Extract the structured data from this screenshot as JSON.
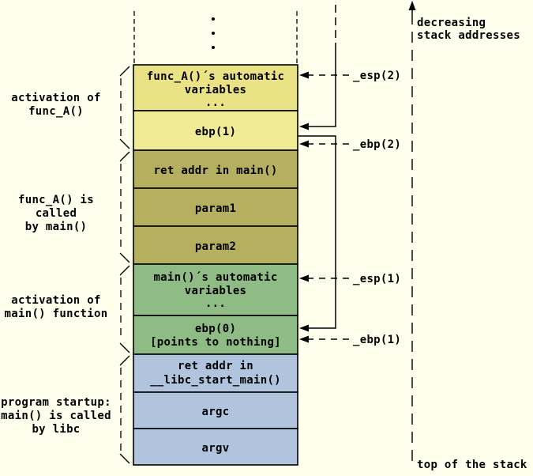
{
  "colors": {
    "background": "#FFFFEE",
    "line": "#000000",
    "func_a_vars_fill": "#EAE385",
    "func_a_ebp_fill": "#F0EB95",
    "caller_args_fill": "#B5B060",
    "main_frame_fill": "#8FBC85",
    "startup_fill": "#B0C5DD"
  },
  "stack": {
    "boxes": [
      {
        "id": "func-a-vars",
        "lines": [
          "func_A()´s automatic",
          "variables",
          "..."
        ]
      },
      {
        "id": "ebp1",
        "lines": [
          "ebp(1)"
        ]
      },
      {
        "id": "ret-addr-main",
        "lines": [
          "ret addr in main()"
        ]
      },
      {
        "id": "param1",
        "lines": [
          "param1"
        ]
      },
      {
        "id": "param2",
        "lines": [
          "param2"
        ]
      },
      {
        "id": "main-vars",
        "lines": [
          "main()´s automatic",
          "variables",
          "..."
        ]
      },
      {
        "id": "ebp0",
        "lines": [
          "ebp(0)",
          "[points to nothing]"
        ]
      },
      {
        "id": "ret-addr-libc",
        "lines": [
          "ret addr in",
          "__libc_start_main()"
        ]
      },
      {
        "id": "argc",
        "lines": [
          "argc"
        ]
      },
      {
        "id": "argv",
        "lines": [
          "argv"
        ]
      }
    ]
  },
  "frames": [
    {
      "label_lines": [
        "activation of",
        "func_A()"
      ]
    },
    {
      "label_lines": [
        "func_A() is",
        "called",
        "by main()"
      ]
    },
    {
      "label_lines": [
        "activation of",
        "main() function"
      ]
    },
    {
      "label_lines": [
        "program startup:",
        "main() is called",
        "by libc"
      ]
    }
  ],
  "pointers": {
    "esp2": "_esp(2)",
    "ebp2": "_ebp(2)",
    "esp1": "_esp(1)",
    "ebp1": "_ebp(1)"
  },
  "axis": {
    "top_note_lines": [
      "decreasing",
      "stack addresses"
    ],
    "bottom_note": "top of the stack"
  }
}
